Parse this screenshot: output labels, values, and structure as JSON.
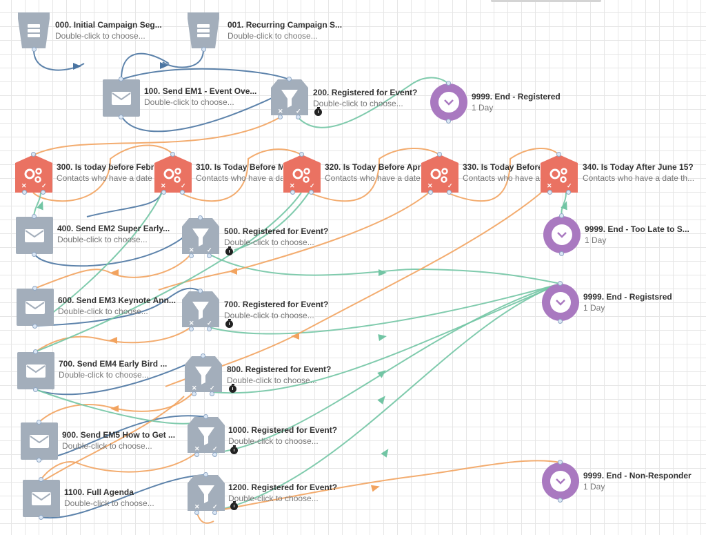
{
  "nodes": [
    {
      "id": "n000",
      "title": "000. Initial Campaign Seg...",
      "sub": "Double-click to choose...",
      "type": "segment"
    },
    {
      "id": "n001",
      "title": "001. Recurring Campaign S...",
      "sub": "Double-click to choose...",
      "type": "segment"
    },
    {
      "id": "n100",
      "title": "100. Send EM1 - Event Ove...",
      "sub": "Double-click to choose...",
      "type": "email"
    },
    {
      "id": "n200",
      "title": "200. Registered for Event?",
      "sub": "Double-click to choose...",
      "type": "filter"
    },
    {
      "id": "n9999a",
      "title": "9999. End - Registered",
      "sub": "1 Day",
      "type": "wait"
    },
    {
      "id": "n300",
      "title": "300. Is today before Febr",
      "sub": "Contacts who have a date",
      "type": "decision"
    },
    {
      "id": "n310",
      "title": "310. Is Today Before M",
      "sub": "Contacts who have a da",
      "type": "decision"
    },
    {
      "id": "n320",
      "title": "320. Is Today Before Apri",
      "sub": "Contacts who have a date",
      "type": "decision"
    },
    {
      "id": "n330",
      "title": "330. Is Today Before",
      "sub": "Contacts who have a",
      "type": "decision"
    },
    {
      "id": "n340",
      "title": "340. Is Today After June 15?",
      "sub": "Contacts who have a date th...",
      "type": "decision"
    },
    {
      "id": "n400",
      "title": "400. Send EM2 Super Early...",
      "sub": "Double-click to choose...",
      "type": "email"
    },
    {
      "id": "n500",
      "title": "500. Registered for Event?",
      "sub": "Double-click to choose...",
      "type": "filter"
    },
    {
      "id": "n9999b",
      "title": "9999. End - Too Late to S...",
      "sub": "1 Day",
      "type": "wait"
    },
    {
      "id": "n600",
      "title": "600. Send EM3 Keynote Ann...",
      "sub": "Double-click to choose...",
      "type": "email"
    },
    {
      "id": "n700f",
      "title": "700. Registered for Event?",
      "sub": "Double-click to choose...",
      "type": "filter"
    },
    {
      "id": "n9999c",
      "title": "9999. End - Registsred",
      "sub": "1 Day",
      "type": "wait"
    },
    {
      "id": "n700e",
      "title": "700. Send EM4 Early Bird ...",
      "sub": "Double-click to choose...",
      "type": "email"
    },
    {
      "id": "n800",
      "title": "800. Registered for Event?",
      "sub": "Double-click to choose...",
      "type": "filter"
    },
    {
      "id": "n900",
      "title": "900. Send EM5 How to Get ...",
      "sub": "Double-click to choose...",
      "type": "email"
    },
    {
      "id": "n1000",
      "title": "1000. Registered for Event?",
      "sub": "Double-click to choose...",
      "type": "filter"
    },
    {
      "id": "n1100",
      "title": "1100. Full Agenda",
      "sub": "Double-click to choose...",
      "type": "email"
    },
    {
      "id": "n1200",
      "title": "1200. Registered for Event?",
      "sub": "Double-click to choose...",
      "type": "filter"
    },
    {
      "id": "n9999d",
      "title": "9999. End - Non-Responder",
      "sub": "1 Day",
      "type": "wait"
    }
  ],
  "colors": {
    "segment": "#a3aebb",
    "email": "#a3aebb",
    "filter": "#a3aebb",
    "decision": "#ea7262",
    "wait": "#a979c0",
    "edge_blue": "#4b75a2",
    "edge_orange": "#f2a35f",
    "edge_green": "#72c5a4"
  }
}
